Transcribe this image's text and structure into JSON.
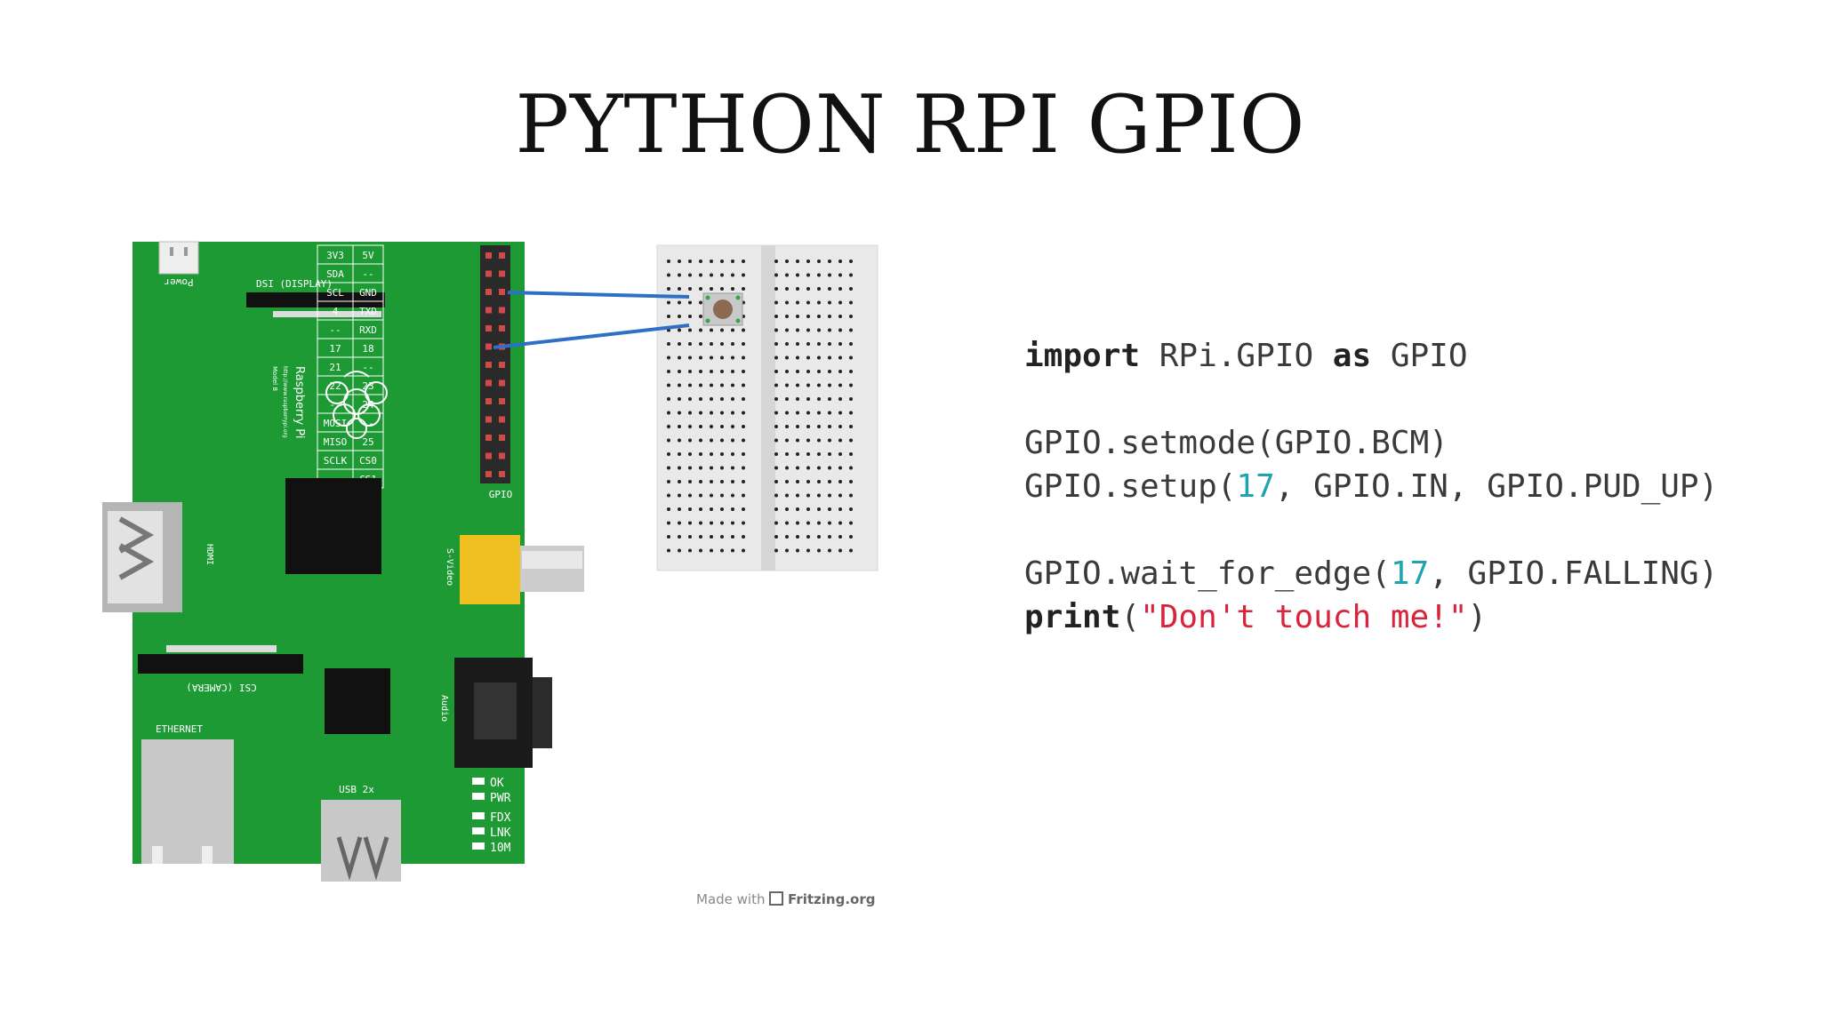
{
  "slide": {
    "title": "PYTHON RPI GPIO"
  },
  "board": {
    "power_label": "Power",
    "dsi_label": "DSI (DISPLAY)",
    "brand": "Raspberry Pi",
    "url": "http://www.raspberrypi.org",
    "model": "Model B",
    "hdmi_label": "HDMI",
    "svideo_label": "S-Video",
    "audio_label": "Audio",
    "csi_label": "CSI (CAMERA)",
    "ethernet_label": "ETHERNET",
    "usb_label": "USB 2x",
    "gpio_label": "GPIO",
    "leds": [
      "OK",
      "PWR",
      "FDX",
      "LNK",
      "10M"
    ],
    "pin_rows": [
      [
        "3V3",
        "5V"
      ],
      [
        "SDA",
        "--"
      ],
      [
        "SCL",
        "GND"
      ],
      [
        "4",
        "TXD"
      ],
      [
        "--",
        "RXD"
      ],
      [
        "17",
        "18"
      ],
      [
        "21",
        "--"
      ],
      [
        "22",
        "23"
      ],
      [
        "--",
        "24"
      ],
      [
        "MOSI",
        "--"
      ],
      [
        "MISO",
        "25"
      ],
      [
        "SCLK",
        "CS0"
      ],
      [
        "--",
        "CS1"
      ]
    ]
  },
  "credit": {
    "made_with": "Made with",
    "brand": "Fritzing.org"
  },
  "code": {
    "l1": {
      "kw1": "import",
      "mod": " RPi.GPIO ",
      "kw2": "as",
      "alias": " GPIO"
    },
    "l2": "GPIO.setmode(GPIO.BCM)",
    "l3": {
      "pre": "GPIO.setup(",
      "num": "17",
      "post": ", GPIO.IN, GPIO.PUD_UP)"
    },
    "l4": {
      "pre": "GPIO.wait_for_edge(",
      "num": "17",
      "post": ", GPIO.FALLING)"
    },
    "l5": {
      "kw": "print",
      "open": "(",
      "str": "\"Don't touch me!\"",
      "close": ")"
    }
  }
}
